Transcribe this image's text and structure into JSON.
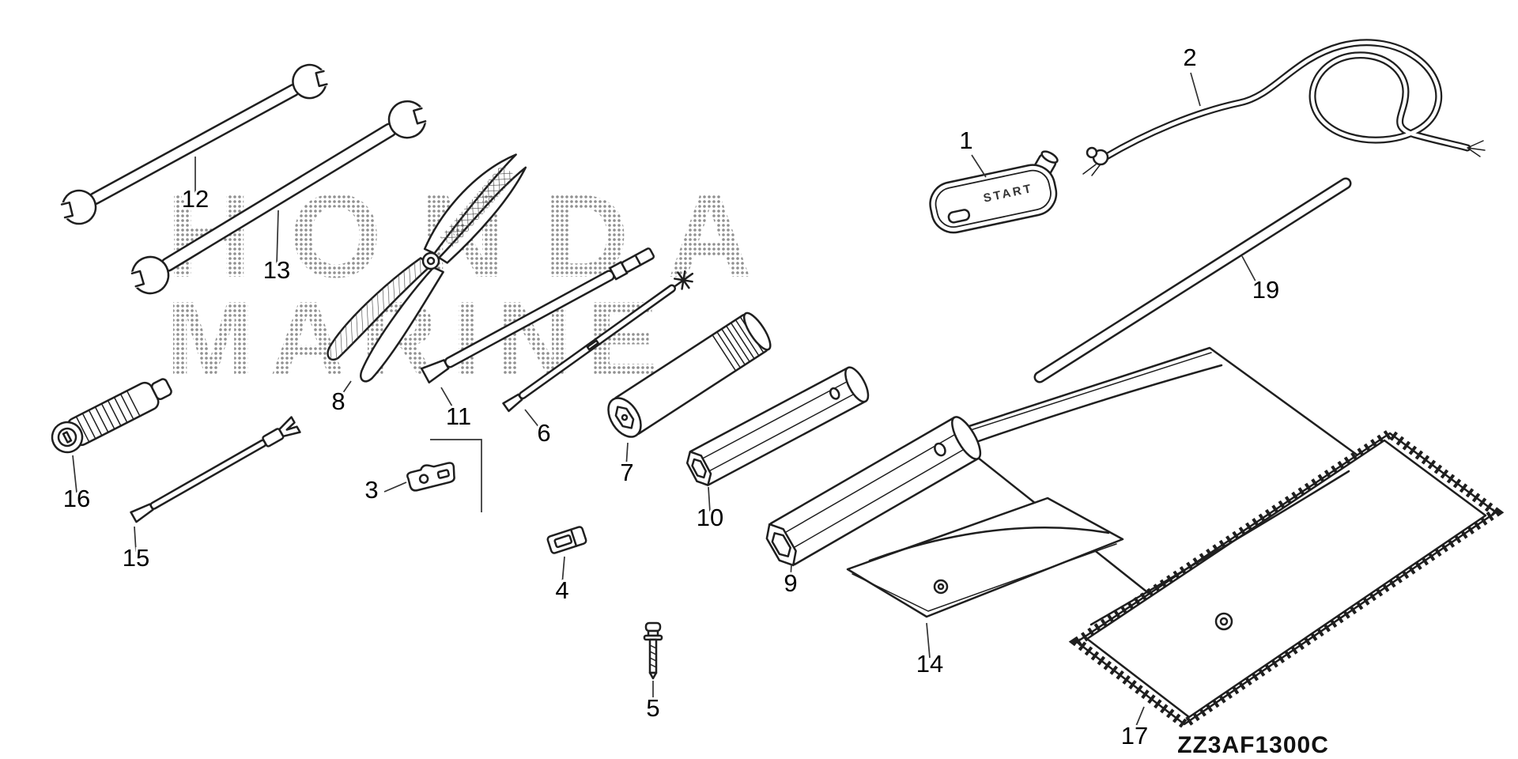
{
  "diagram": {
    "code": "ZZ3AF1300C",
    "watermark": {
      "line1": "HONDA",
      "line2": "MARINE"
    },
    "grip_text": "START",
    "callouts": [
      {
        "label": "1",
        "part": "starter-grip"
      },
      {
        "label": "2",
        "part": "starter-rope"
      },
      {
        "label": "3",
        "part": "clip"
      },
      {
        "label": "4",
        "part": "clip"
      },
      {
        "label": "5",
        "part": "screw"
      },
      {
        "label": "6",
        "part": "phillips-screwdriver"
      },
      {
        "label": "7",
        "part": "spark-plug-socket"
      },
      {
        "label": "8",
        "part": "pliers"
      },
      {
        "label": "9",
        "part": "box-wrench-large"
      },
      {
        "label": "10",
        "part": "box-wrench-small"
      },
      {
        "label": "11",
        "part": "flat-screwdriver"
      },
      {
        "label": "12",
        "part": "open-end-wrench-small"
      },
      {
        "label": "13",
        "part": "open-end-wrench-large"
      },
      {
        "label": "14",
        "part": "tool-pouch"
      },
      {
        "label": "15",
        "part": "small-screwdriver"
      },
      {
        "label": "16",
        "part": "screwdriver-handle"
      },
      {
        "label": "17",
        "part": "tool-bag"
      },
      {
        "label": "19",
        "part": "rod"
      }
    ]
  }
}
